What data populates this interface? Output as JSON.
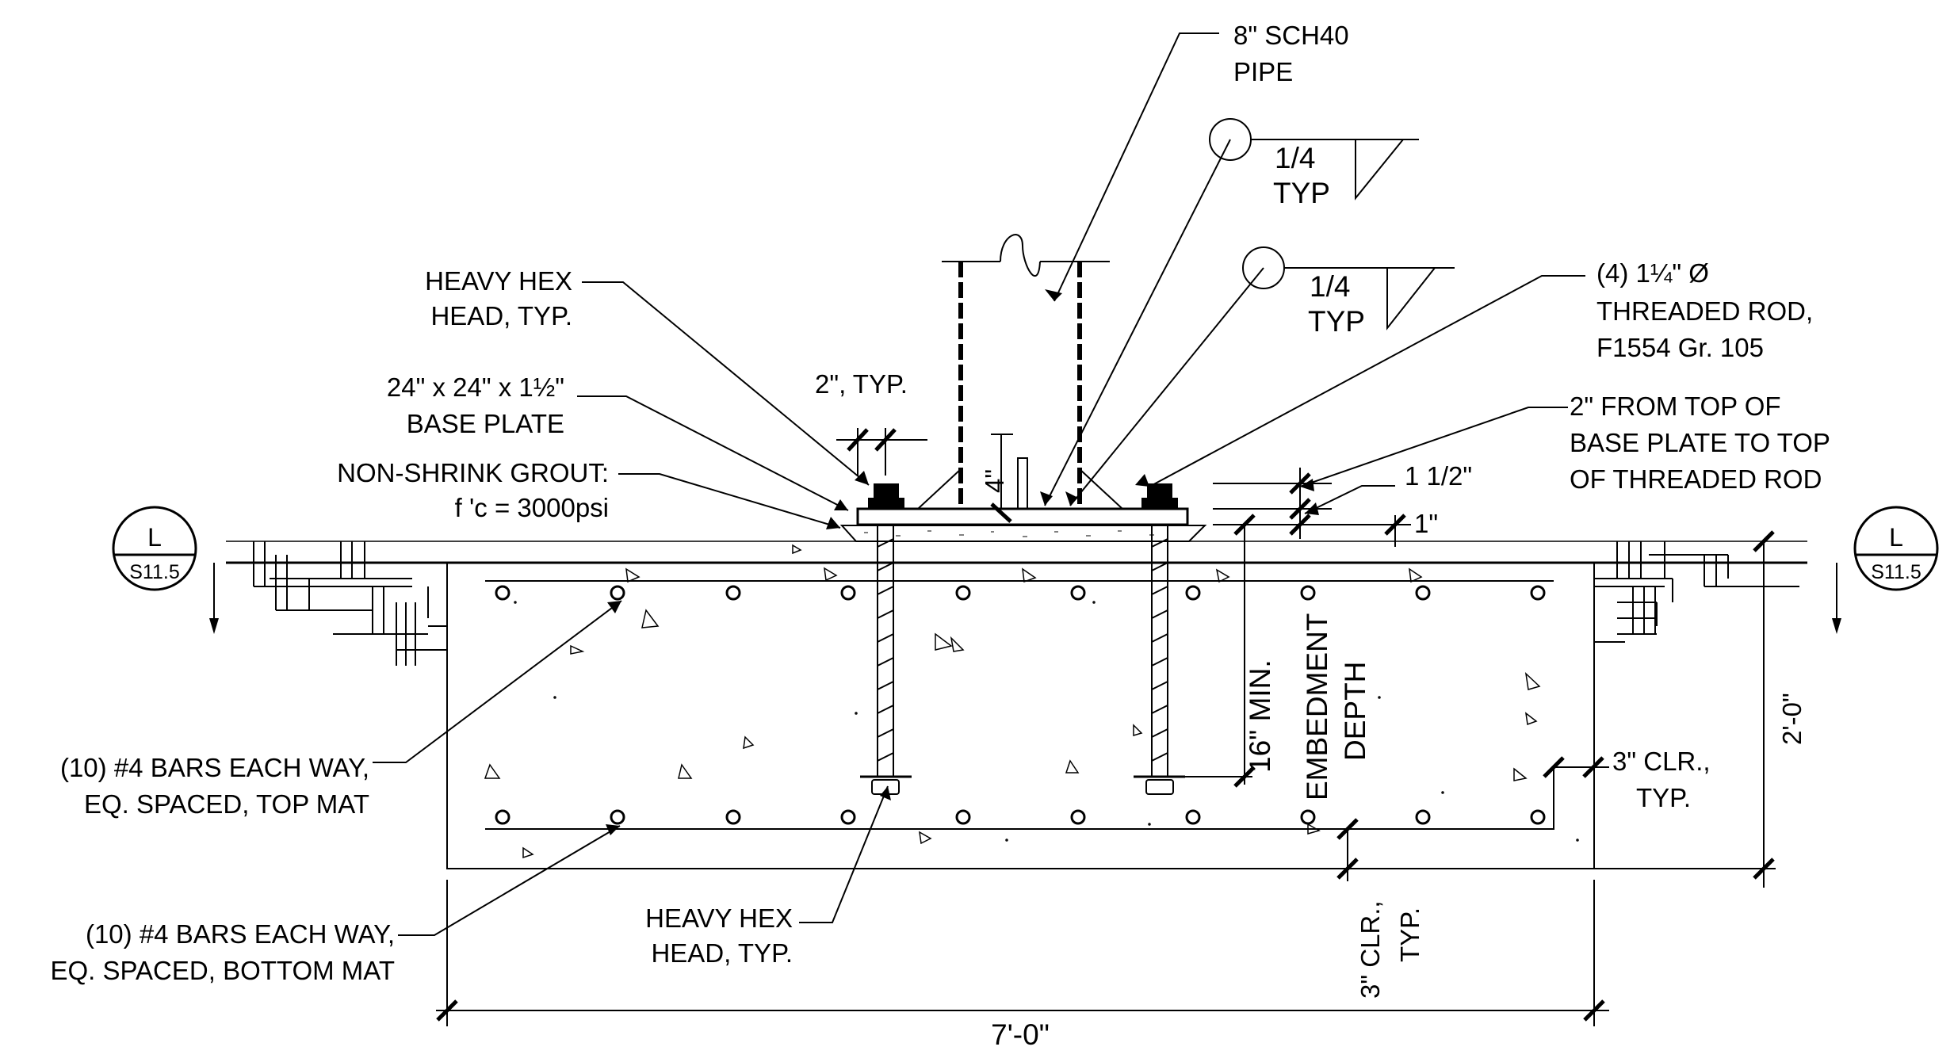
{
  "labels": {
    "pipe_1": "8\" SCH40",
    "pipe_2": "PIPE",
    "weld1_size": "1/4",
    "weld1_typ": "TYP",
    "weld2_size": "1/4",
    "weld2_typ": "TYP",
    "rod_1": "(4) 1¼\" Ø",
    "rod_2": "THREADED ROD,",
    "rod_3": "F1554 Gr. 105",
    "hexhead_top_1": "HEAVY HEX",
    "hexhead_top_2": "HEAD, TYP.",
    "plate_1": "24\" x 24\" x 1½\"",
    "plate_2": "BASE PLATE",
    "grout_1": "NON-SHRINK GROUT:",
    "grout_2": "f 'c = 3000psi",
    "dim_2typ": "2\", TYP.",
    "dim_4": "4\"",
    "rodtop_1": "2\" FROM TOP OF",
    "rodtop_2": "BASE PLATE TO TOP",
    "rodtop_3": "OF THREADED ROD",
    "dim_1half": "1 1/2\"",
    "dim_1": "1\"",
    "embed_1": "16\" MIN.",
    "embed_2": "EMBEDMENT",
    "embed_3": "DEPTH",
    "depth": "2'-0\"",
    "clr_side_1": "3\" CLR.,",
    "clr_side_2": "TYP.",
    "clr_bot_1": "3\" CLR.,",
    "clr_bot_2": "TYP.",
    "topmat_1": "(10) #4 BARS EACH WAY,",
    "topmat_2": "EQ. SPACED, TOP MAT",
    "botmat_1": "(10) #4 BARS EACH WAY,",
    "botmat_2": "EQ. SPACED, BOTTOM MAT",
    "hexhead_bot_1": "HEAVY HEX",
    "hexhead_bot_2": "HEAD, TYP.",
    "width": "7'-0\""
  },
  "section_marks": {
    "left_letter": "L",
    "left_sheet": "S11.5",
    "right_letter": "L",
    "right_sheet": "S11.5"
  }
}
